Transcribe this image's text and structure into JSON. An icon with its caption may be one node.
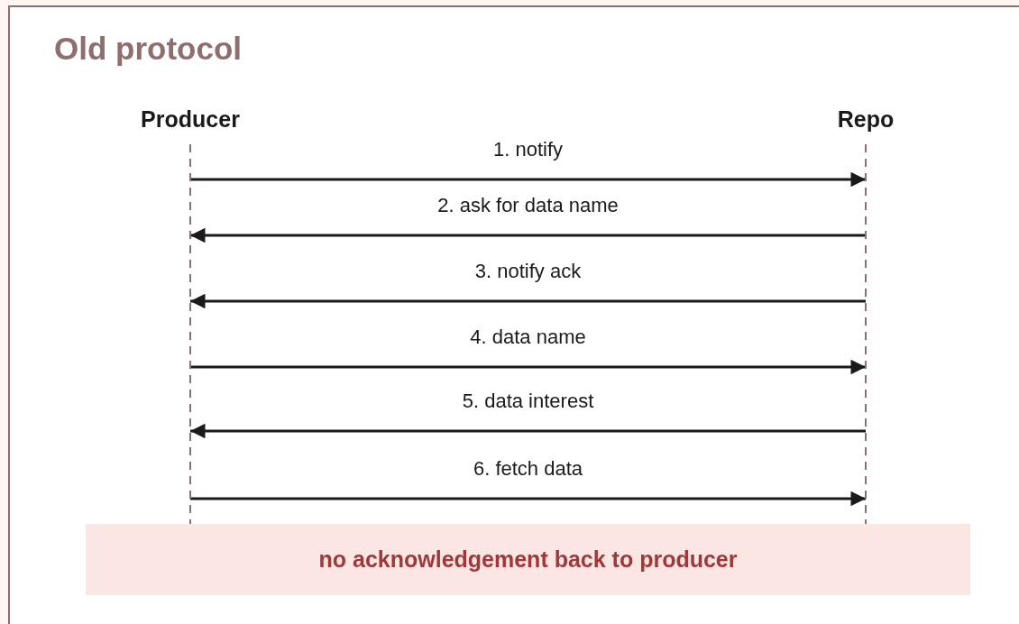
{
  "diagram": {
    "title": "Old protocol",
    "nodes": [
      {
        "text": [
          "Producer"
        ]
      },
      {
        "text": [
          "Repo"
        ]
      },
      {
        "text": [
          "no acknowledgement back to producer"
        ]
      }
    ],
    "edges": [
      {
        "from": 0,
        "to": 1,
        "arrow": "to",
        "label": "1. notify"
      },
      {
        "from": 1,
        "to": 0,
        "arrow": "to",
        "label": "2. ask for data name"
      },
      {
        "from": 1,
        "to": 0,
        "arrow": "to",
        "label": "3. notify ack"
      },
      {
        "from": 0,
        "to": 1,
        "arrow": "to",
        "label": "4. data name"
      },
      {
        "from": 1,
        "to": 0,
        "arrow": "to",
        "label": "5. data interest"
      },
      {
        "from": 0,
        "to": 1,
        "arrow": "to",
        "label": "6. fetch data"
      }
    ]
  }
}
